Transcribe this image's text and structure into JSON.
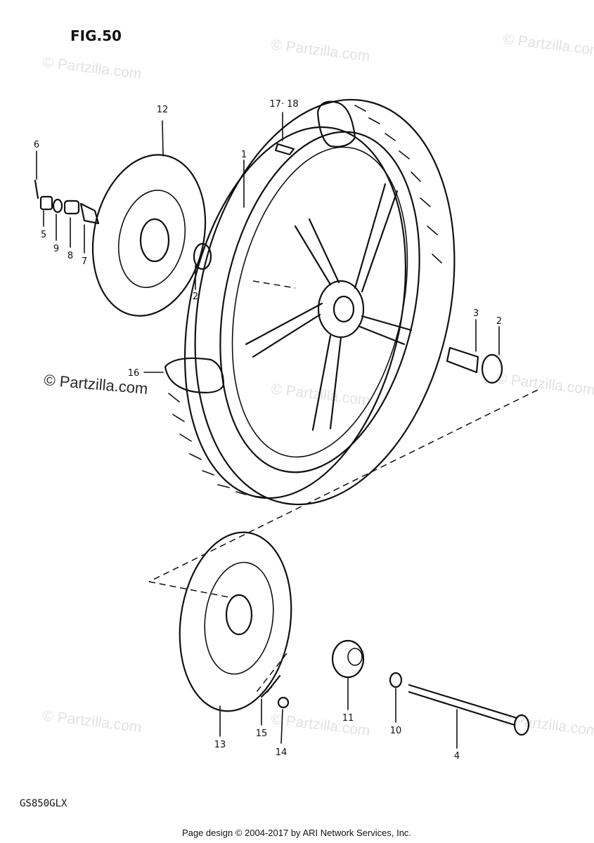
{
  "figure_title": "FIG.50",
  "model_code": "GS850GLX",
  "footer": "Page design © 2004-2017 by ARI Network Services, Inc.",
  "watermark": "© Partzilla.com",
  "colors": {
    "ink": "#111111",
    "watermark": "#e2e2e2",
    "background": "#ffffff"
  },
  "callouts": [
    {
      "id": "1",
      "text": "1"
    },
    {
      "id": "2a",
      "text": "2"
    },
    {
      "id": "2b",
      "text": "2"
    },
    {
      "id": "3",
      "text": "3"
    },
    {
      "id": "4",
      "text": "4"
    },
    {
      "id": "5",
      "text": "5"
    },
    {
      "id": "6",
      "text": "6"
    },
    {
      "id": "7",
      "text": "7"
    },
    {
      "id": "8",
      "text": "8"
    },
    {
      "id": "9",
      "text": "9"
    },
    {
      "id": "10",
      "text": "10"
    },
    {
      "id": "11",
      "text": "11"
    },
    {
      "id": "12",
      "text": "12"
    },
    {
      "id": "13",
      "text": "13"
    },
    {
      "id": "14",
      "text": "14"
    },
    {
      "id": "15",
      "text": "15"
    },
    {
      "id": "16",
      "text": "16"
    },
    {
      "id": "17-18",
      "text": "17· 18"
    }
  ]
}
